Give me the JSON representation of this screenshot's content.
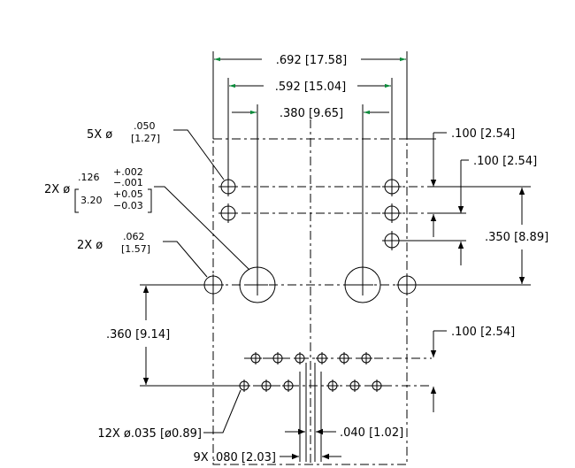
{
  "dims": {
    "d692": ".692 [17.58]",
    "d592": ".592 [15.04]",
    "d380": ".380 [9.65]",
    "d100a": ".100 [2.54]",
    "d100b": ".100 [2.54]",
    "d350": ".350 [8.89]",
    "d360": ".360 [9.14]",
    "d100c": ".100 [2.54]",
    "d040": ".040 [1.02]",
    "d080": "9X .080 [2.03]",
    "d035": "12X ø.035 [ø0.89]"
  },
  "callouts": {
    "c5x": {
      "prefix": "5X ø",
      "inch": ".050",
      "mm": "[1.27]"
    },
    "c2x126": {
      "prefix": "2X ø",
      "inch": ".126",
      "tol_in_plus": "+.002",
      "tol_in_minus": "−.001",
      "mm": "3.20",
      "tol_mm_plus": "+0.05",
      "tol_mm_minus": "−0.03"
    },
    "c2x062": {
      "prefix": "2X ø",
      "inch": ".062",
      "mm": "[1.57]"
    }
  },
  "colors": {
    "arrow": "#0a8a3a",
    "line": "#000000"
  }
}
